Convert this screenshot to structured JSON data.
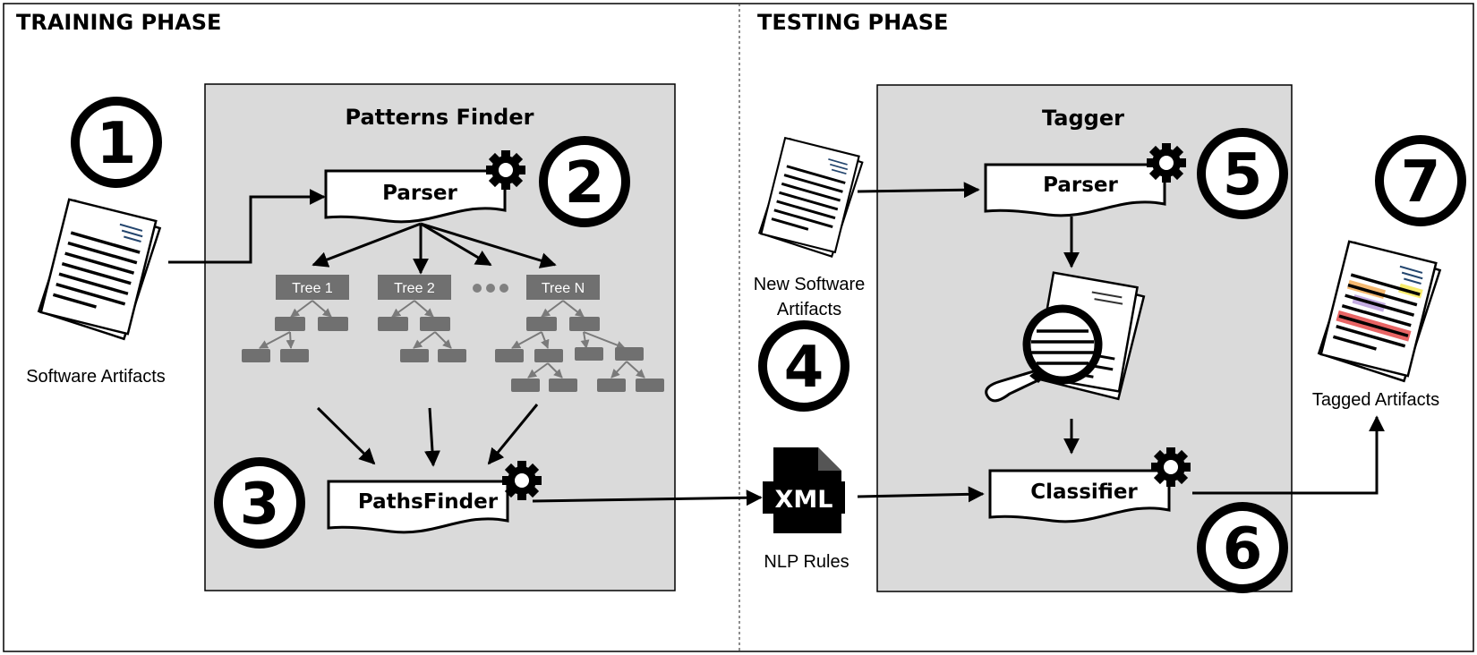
{
  "phases": {
    "training": "TRAINING PHASE",
    "testing": "TESTING PHASE"
  },
  "patterns_finder": {
    "title": "Patterns Finder",
    "parser_label": "Parser",
    "paths_finder_label": "PathsFinder",
    "trees": [
      "Tree 1",
      "Tree 2",
      "Tree N"
    ]
  },
  "tagger": {
    "title": "Tagger",
    "parser_label": "Parser",
    "classifier_label": "Classifier"
  },
  "steps": [
    "1",
    "2",
    "3",
    "4",
    "5",
    "6",
    "7"
  ],
  "captions": {
    "software_artifacts": "Software Artifacts",
    "new_software_artifacts_line1": "New Software",
    "new_software_artifacts_line2": "Artifacts",
    "nlp_rules": "NLP Rules",
    "tagged_artifacts": "Tagged Artifacts",
    "xml_icon": "XML"
  },
  "icons": [
    "document-stack-icon",
    "gear-icon",
    "magnifier-icon",
    "xml-file-icon",
    "ellipsis-icon"
  ],
  "colors": {
    "panel_fill": "#dadada",
    "tree_node": "#707070",
    "highlight_yellow": "#f5e63c",
    "highlight_orange": "#f0a040",
    "highlight_purple": "#b090d8",
    "highlight_red": "#e03030"
  }
}
